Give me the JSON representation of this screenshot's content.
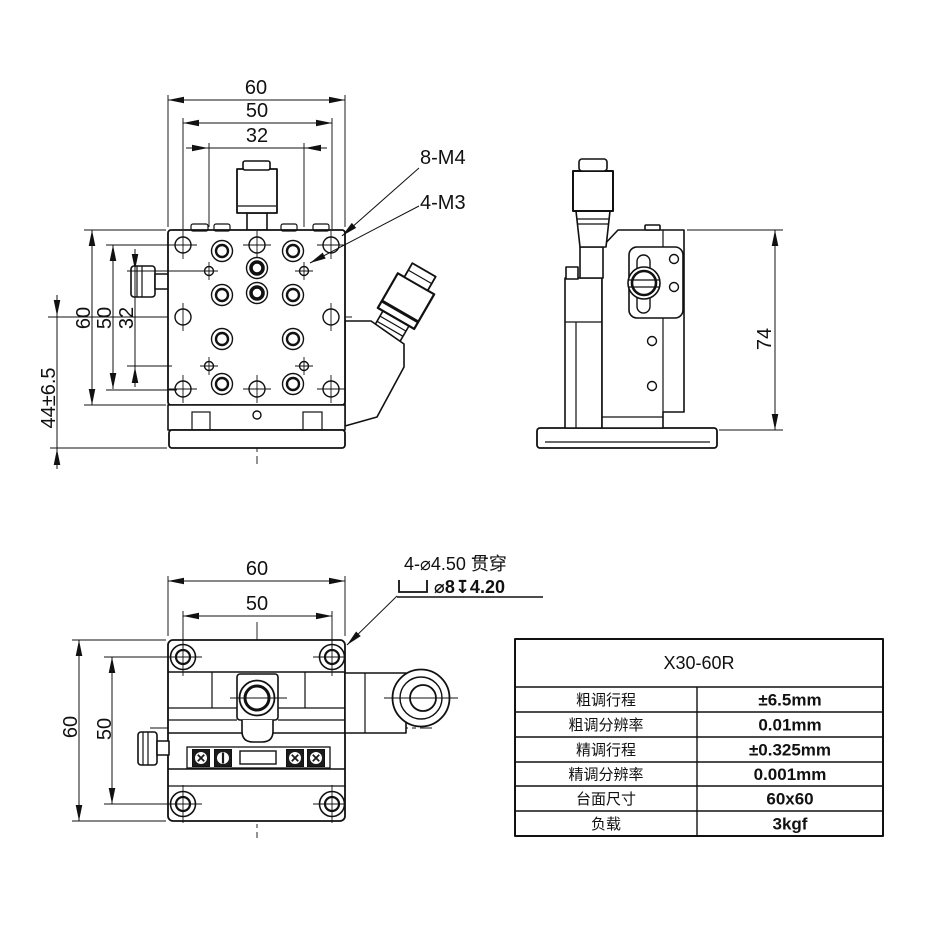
{
  "colors": {
    "line": "#111111",
    "background": "#ffffff"
  },
  "front": {
    "top_dims": {
      "outer": "60",
      "mid": "50",
      "inner": "32"
    },
    "left_dims": {
      "outer": "60",
      "mid": "50",
      "inner": "32",
      "travel": "44±6.5"
    },
    "labels": {
      "top_holes": "8-M4",
      "small_holes": "4-M3"
    }
  },
  "side": {
    "height_dim": "74"
  },
  "bottom": {
    "top_dims": {
      "outer": "60",
      "mid": "50"
    },
    "left_dims": {
      "outer": "60",
      "mid": "50"
    },
    "callout": {
      "line1": "4-⌀4.50 贯穿",
      "line2": "⌀8↧4.20"
    }
  },
  "table": {
    "title": "X30-60R",
    "rows": [
      {
        "label": "粗调行程",
        "value": "±6.5mm"
      },
      {
        "label": "粗调分辨率",
        "value": "0.01mm"
      },
      {
        "label": "精调行程",
        "value": "±0.325mm"
      },
      {
        "label": "精调分辨率",
        "value": "0.001mm"
      },
      {
        "label": "台面尺寸",
        "value": "60x60"
      },
      {
        "label": "负载",
        "value": "3kgf"
      }
    ]
  }
}
